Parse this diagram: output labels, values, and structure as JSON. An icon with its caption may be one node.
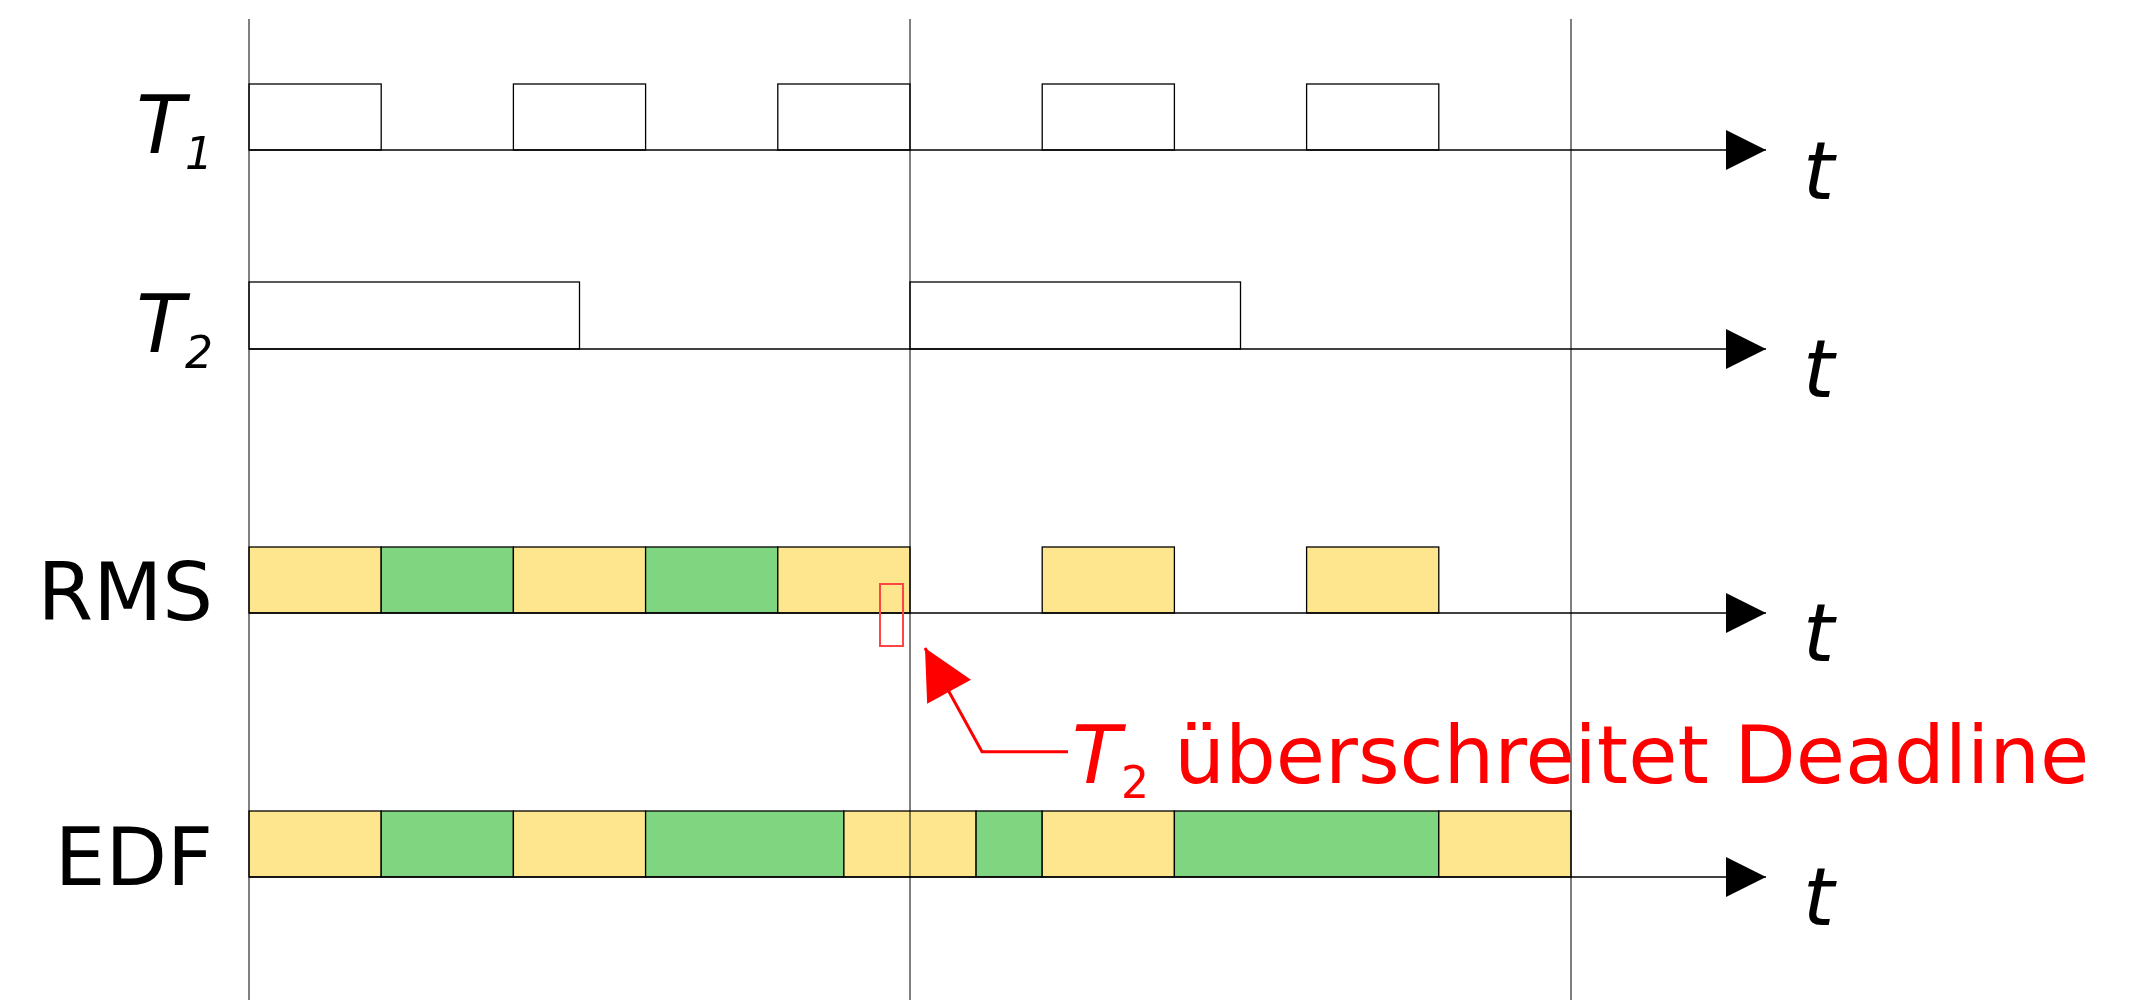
{
  "diagram": {
    "nodes": [
      {
        "text": [],
        "shape": "box"
      },
      {
        "text": [
          "*T*$_{2}$ überschreitet Deadline"
        ]
      }
    ],
    "edges": [
      {
        "from": 1,
        "to": 0,
        "arrow": "to",
        "color": "#ff0000"
      }
    ],
    "labels": [
      "T$_{1}$",
      "t",
      "T$_{2}$",
      "t",
      "RMS",
      "t",
      "EDF",
      "t"
    ]
  }
}
